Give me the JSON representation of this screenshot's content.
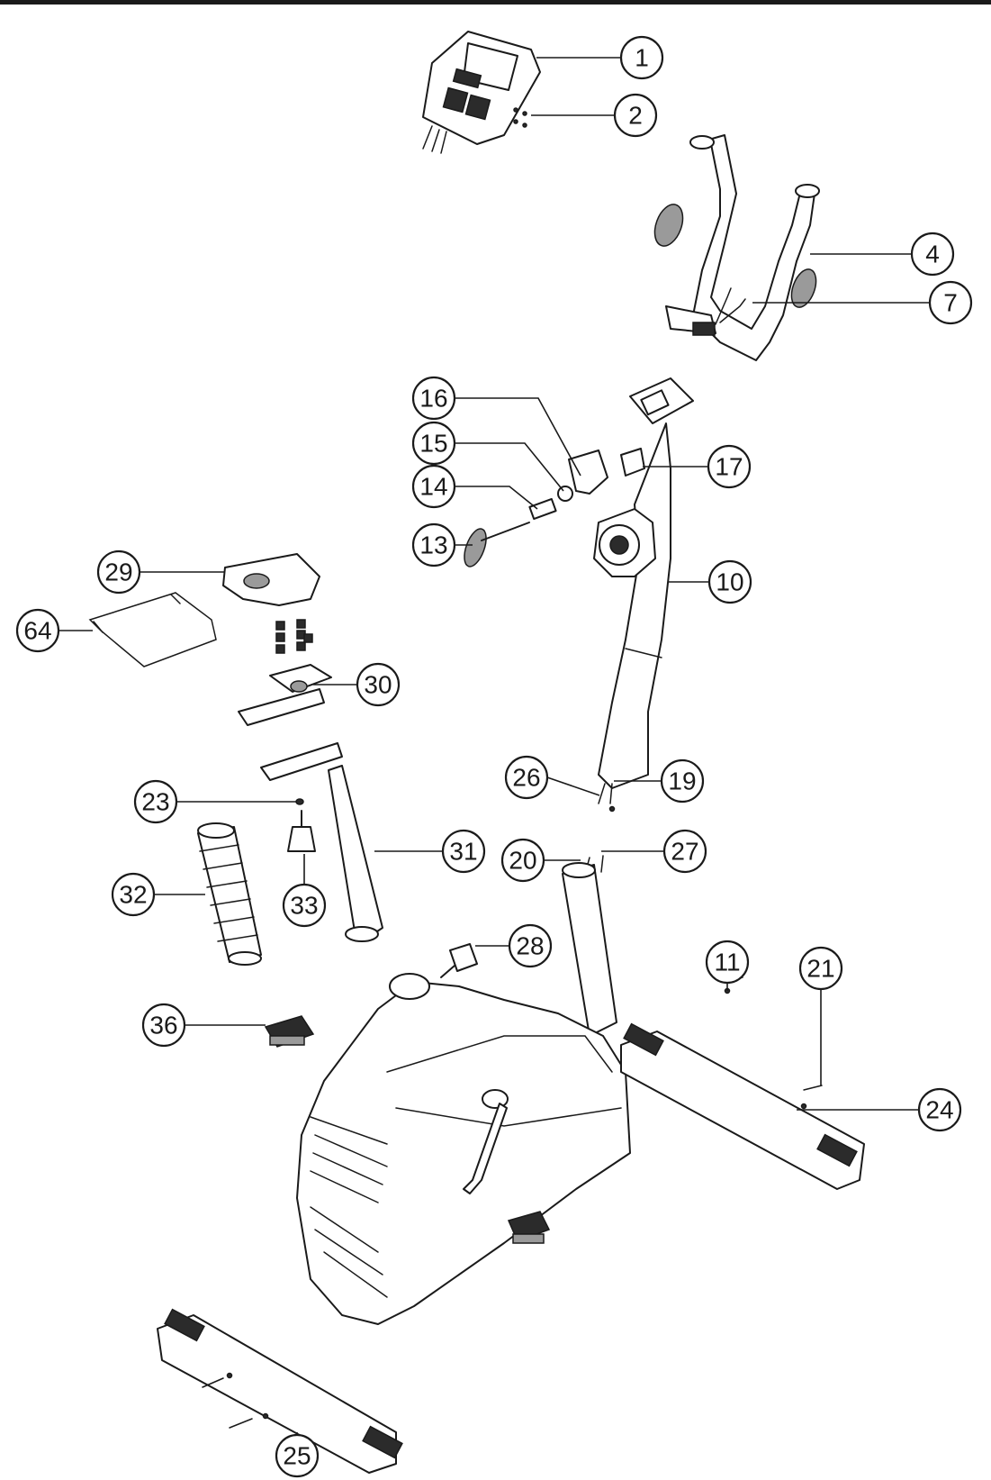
{
  "diagram": {
    "type": "exploded-parts-diagram",
    "callouts": [
      "1",
      "2",
      "4",
      "7",
      "16",
      "15",
      "14",
      "13",
      "17",
      "10",
      "29",
      "64",
      "30",
      "26",
      "19",
      "23",
      "31",
      "20",
      "27",
      "32",
      "33",
      "28",
      "11",
      "21",
      "36",
      "24",
      "25"
    ]
  },
  "colors": {
    "line": "#1a1a1a",
    "background": "#ffffff",
    "shading": "#9a9a9a"
  }
}
